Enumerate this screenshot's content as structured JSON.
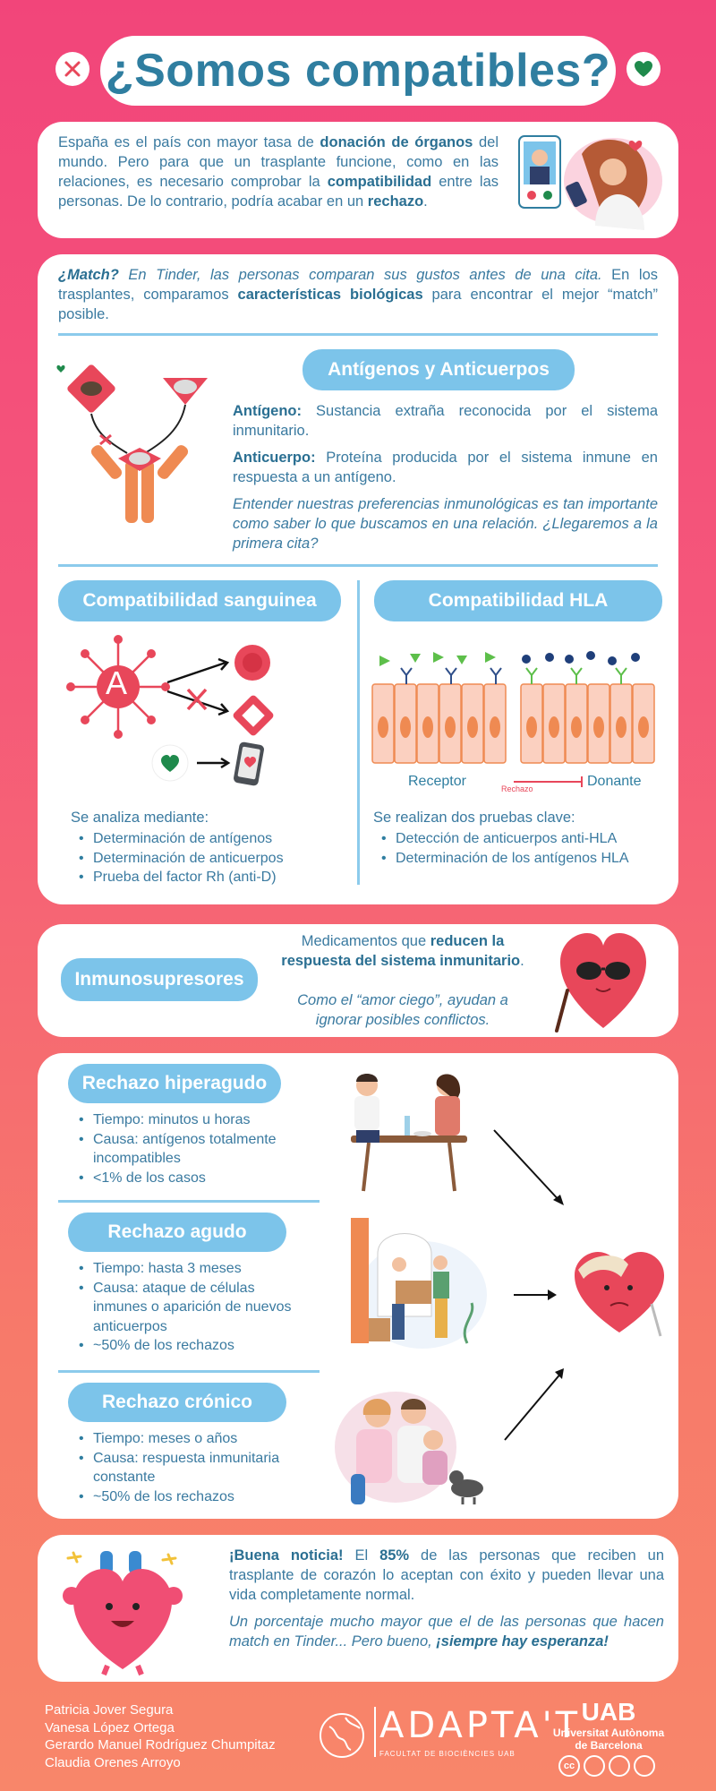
{
  "header": {
    "title": "¿Somos compatibles?"
  },
  "intro": {
    "t1": "España es el país con mayor tasa de ",
    "b1": "donación de órganos",
    "t2": " del mundo. Pero para que un trasplante funcione, como en las relaciones, es necesario comprobar la ",
    "b2": "compatibilidad",
    "t3": " entre las personas. De lo contrario, podría acabar en un ",
    "b3": "rechazo",
    "t4": "."
  },
  "match": {
    "q": "¿Match?",
    "i1": " En Tinder, las personas comparan sus gustos antes de una cita.",
    "t1": " En los trasplantes, comparamos ",
    "b1": "características biológicas",
    "t2": " para encontrar el mejor “match” posible."
  },
  "antigens": {
    "pill": "Antígenos y Anticuerpos",
    "ag_label": "Antígeno:",
    "ag_text": " Sustancia extraña reconocida por el sistema inmunitario.",
    "ab_label": "Anticuerpo:",
    "ab_text": " Proteína producida por el sistema inmune en respuesta a un antígeno.",
    "italic": "Entender nuestras preferencias inmunológicas es tan importante como saber lo que buscamos en una relación. ¿Llegaremos a la primera cita?"
  },
  "blood": {
    "pill": "Compatibilidad sanguinea",
    "letter": "A",
    "intro": "Se analiza mediante:",
    "items": [
      "Determinación de antígenos",
      "Determinación de anticuerpos",
      "Prueba del factor Rh (anti-D)"
    ]
  },
  "hla": {
    "pill": "Compatibilidad HLA",
    "receptor": "Receptor",
    "rechazo": "Rechazo",
    "donante": "Donante",
    "intro": "Se realizan dos pruebas clave:",
    "items": [
      "Detección de anticuerpos anti-HLA",
      "Determinación de los antígenos HLA"
    ]
  },
  "immuno": {
    "pill": "Inmunosupresores",
    "t1": "Medicamentos que ",
    "b1": "reducen la respuesta del sistema inmunitario",
    "t2": ".",
    "italic": "Como el “amor ciego”, ayudan a ignorar posibles conflictos."
  },
  "rejections": [
    {
      "pill": "Rechazo hiperagudo",
      "items": [
        "Tiempo: minutos u horas",
        "Causa: antígenos totalmente incompatibles",
        "<1% de los casos"
      ]
    },
    {
      "pill": "Rechazo agudo",
      "items": [
        "Tiempo: hasta 3 meses",
        "Causa: ataque de células inmunes o aparición de nuevos anticuerpos",
        "~50% de los rechazos"
      ]
    },
    {
      "pill": "Rechazo crónico",
      "items": [
        "Tiempo: meses o años",
        "Causa: respuesta inmunitaria constante",
        "~50% de los rechazos"
      ]
    }
  ],
  "good": {
    "b1": "¡Buena noticia!",
    "t1": " El ",
    "b2": "85%",
    "t2": " de las personas que reciben un trasplante de corazón lo aceptan con éxito y pueden llevar una vida completamente normal.",
    "i1": "Un porcentaje mucho mayor que el de las personas que hacen match en Tinder... Pero bueno, ",
    "ib": "¡siempre hay esperanza!"
  },
  "footer": {
    "authors": [
      "Patricia Jover Segura",
      "Vanesa López Ortega",
      "Gerardo Manuel Rodríguez Chumpitaz",
      "Claudia Orenes Arroyo"
    ],
    "adaptat": "ADAPTA'T",
    "faculty": "FACULTAT DE BIOCIÈNCIES UAB",
    "uab": "UAB",
    "uab_sub1": "Universitat Autònoma",
    "uab_sub2": "de Barcelona",
    "cc": "cc"
  },
  "colors": {
    "teal": "#2f7ea0",
    "pill": "#7cc4ea",
    "red": "#e8475a",
    "green": "#1f8a4c",
    "orange": "#ef8a52",
    "bg_top": "#f2457a",
    "bg_bottom": "#f8866a"
  }
}
